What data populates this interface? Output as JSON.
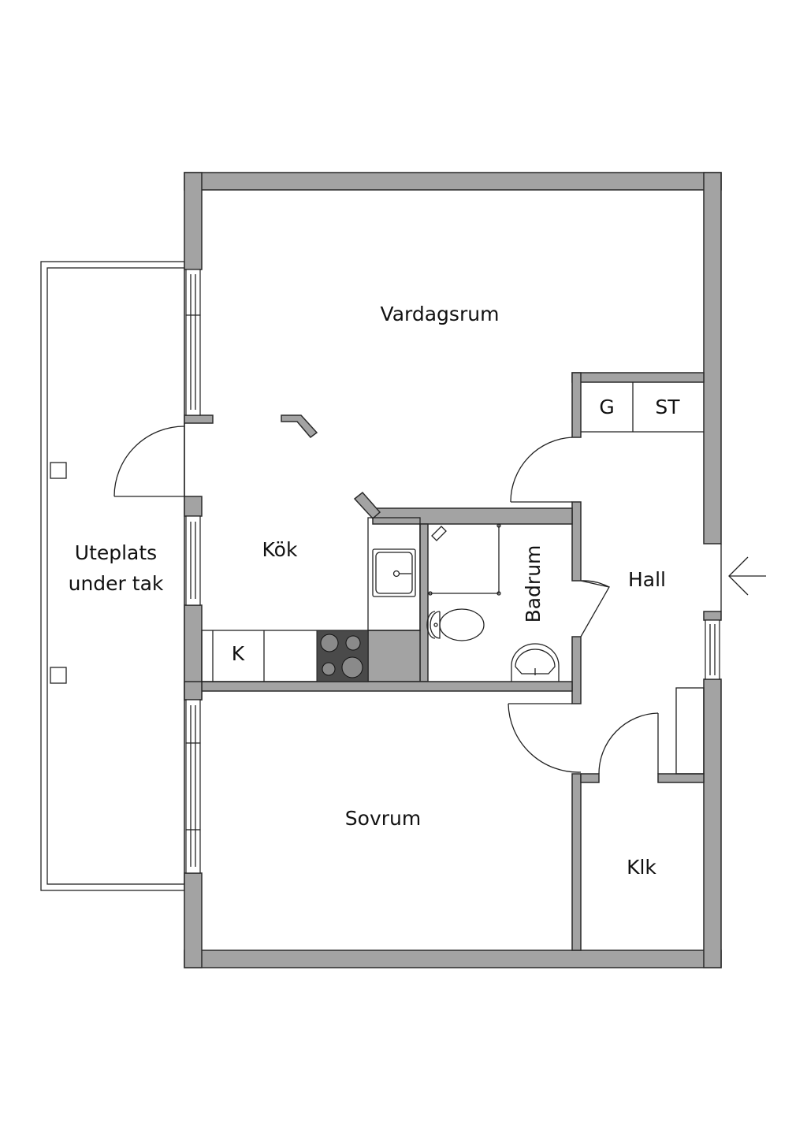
{
  "plan": {
    "rooms": {
      "living": "Vardagsrum",
      "kitchen": "Kök",
      "bath": "Badrum",
      "hall": "Hall",
      "bedroom": "Sovrum",
      "closet": "Klk",
      "terrace_line1": "Uteplats",
      "terrace_line2": "under tak"
    },
    "fixtures": {
      "fridge": "K",
      "wardrobe_g": "G",
      "wardrobe_st": "ST"
    },
    "colors": {
      "wall": "#a3a3a3",
      "stove": "#4a4a4a",
      "line": "#222222"
    }
  }
}
